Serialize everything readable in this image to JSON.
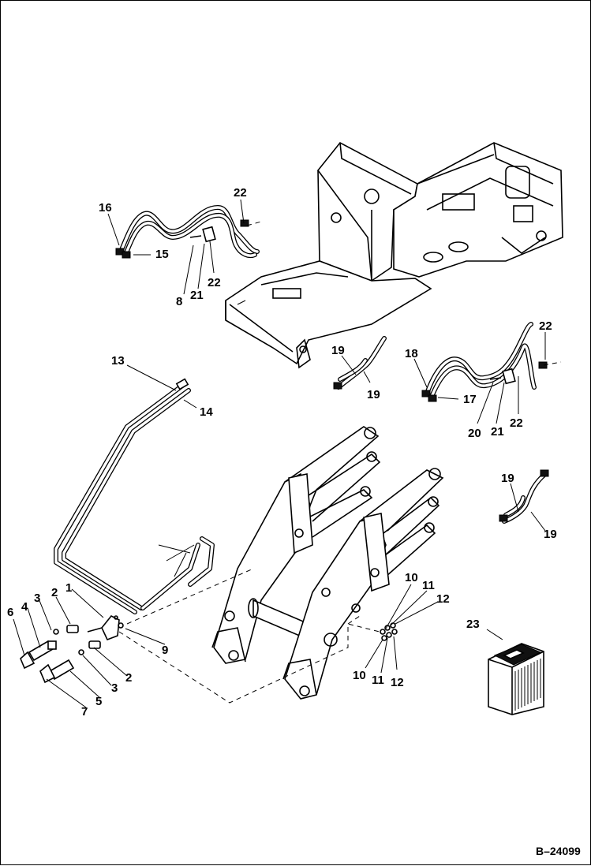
{
  "figure_id": "B–24099",
  "callouts": [
    {
      "id": "c16a",
      "label": "16"
    },
    {
      "id": "c15",
      "label": "15"
    },
    {
      "id": "c22a",
      "label": "22"
    },
    {
      "id": "c22b",
      "label": "22"
    },
    {
      "id": "c8",
      "label": "8"
    },
    {
      "id": "c21a",
      "label": "21"
    },
    {
      "id": "c13",
      "label": "13"
    },
    {
      "id": "c14",
      "label": "14"
    },
    {
      "id": "c19a",
      "label": "19"
    },
    {
      "id": "c19b",
      "label": "19"
    },
    {
      "id": "c18",
      "label": "18"
    },
    {
      "id": "c17",
      "label": "17"
    },
    {
      "id": "c22c",
      "label": "22"
    },
    {
      "id": "c22d",
      "label": "22"
    },
    {
      "id": "c20",
      "label": "20"
    },
    {
      "id": "c21b",
      "label": "21"
    },
    {
      "id": "c19c",
      "label": "19"
    },
    {
      "id": "c19d",
      "label": "19"
    },
    {
      "id": "c1",
      "label": "1"
    },
    {
      "id": "c2a",
      "label": "2"
    },
    {
      "id": "c3a",
      "label": "3"
    },
    {
      "id": "c4",
      "label": "4"
    },
    {
      "id": "c6",
      "label": "6"
    },
    {
      "id": "c9",
      "label": "9"
    },
    {
      "id": "c2b",
      "label": "2"
    },
    {
      "id": "c3b",
      "label": "3"
    },
    {
      "id": "c5",
      "label": "5"
    },
    {
      "id": "c7",
      "label": "7"
    },
    {
      "id": "c10a",
      "label": "10"
    },
    {
      "id": "c11a",
      "label": "11"
    },
    {
      "id": "c12a",
      "label": "12"
    },
    {
      "id": "c10b",
      "label": "10"
    },
    {
      "id": "c11b",
      "label": "11"
    },
    {
      "id": "c12b",
      "label": "12"
    },
    {
      "id": "c23",
      "label": "23"
    }
  ]
}
